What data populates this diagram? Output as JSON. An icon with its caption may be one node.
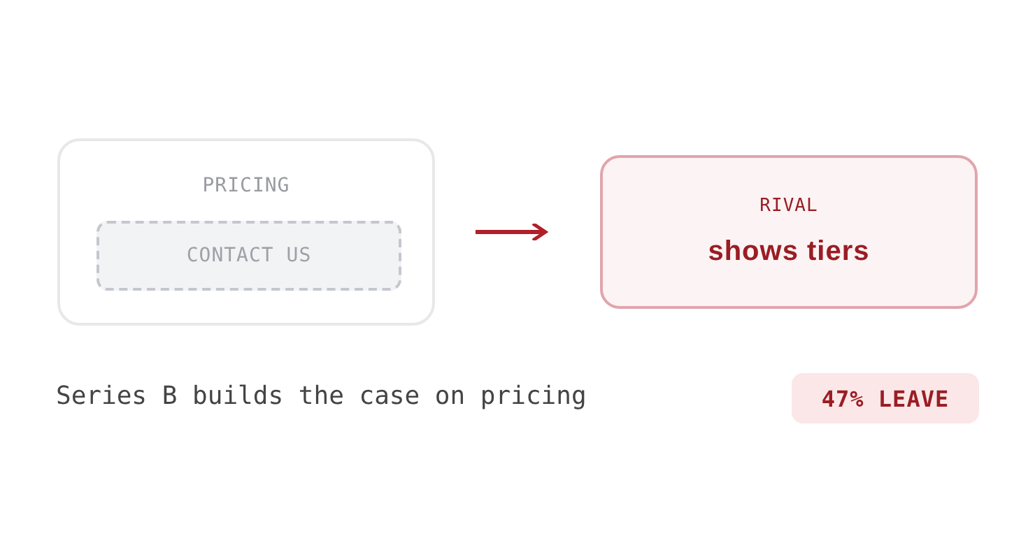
{
  "diagram": {
    "nodes": [
      {
        "text": [
          "PRICING"
        ]
      },
      {
        "text": [
          "CONTACT US"
        ],
        "in": 0
      },
      {
        "text": [
          "RIVAL",
          "shows tiers"
        ]
      },
      {
        "text": [
          "47% LEAVE"
        ]
      }
    ],
    "edges": [
      {
        "from": 0,
        "to": 2,
        "arrow": "to",
        "color": "#b0202a"
      }
    ],
    "labels": [
      "Series B builds the case on pricing"
    ]
  }
}
